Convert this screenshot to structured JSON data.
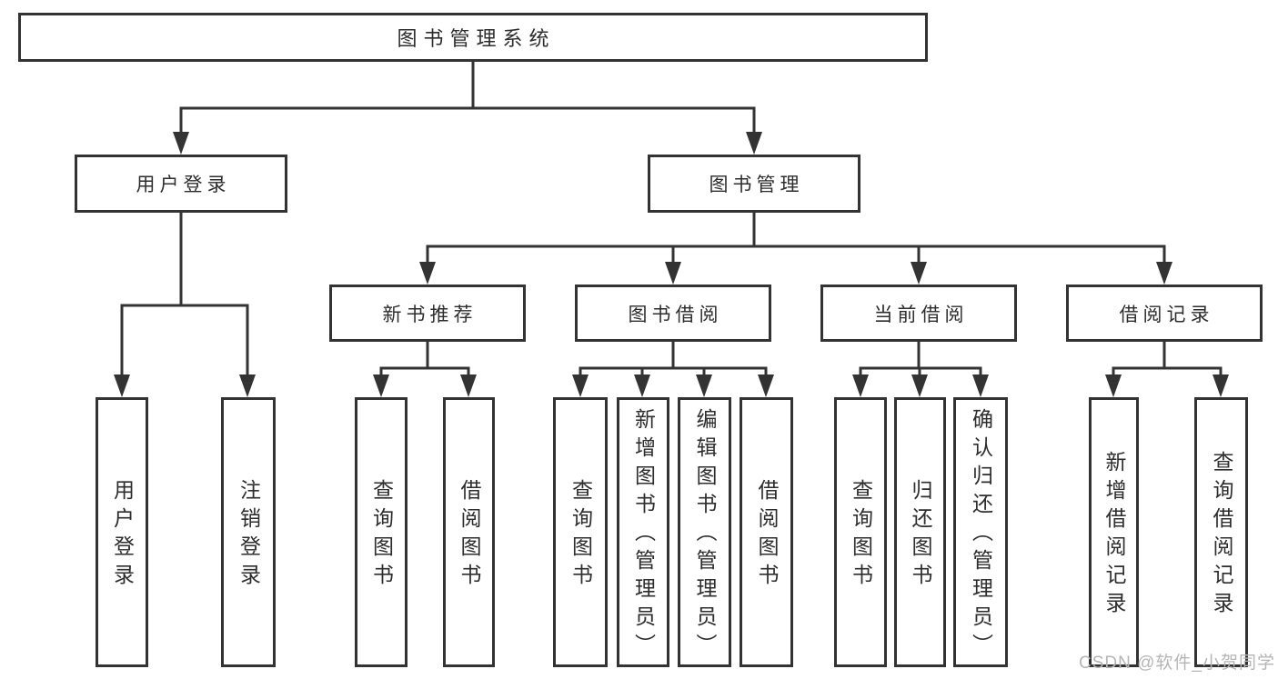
{
  "tree": {
    "label": "图书管理系统",
    "children": [
      {
        "label": "用户登录",
        "children": [
          {
            "label": "用户登录"
          },
          {
            "label": "注销登录"
          }
        ]
      },
      {
        "label": "图书管理",
        "children": [
          {
            "label": "新书推荐",
            "children": [
              {
                "label": "查询图书"
              },
              {
                "label": "借阅图书"
              }
            ]
          },
          {
            "label": "图书借阅",
            "children": [
              {
                "label": "查询图书"
              },
              {
                "label": "新增图书（管理员）"
              },
              {
                "label": "编辑图书（管理员）"
              },
              {
                "label": "借阅图书"
              }
            ]
          },
          {
            "label": "当前借阅",
            "children": [
              {
                "label": "查询图书"
              },
              {
                "label": "归还图书"
              },
              {
                "label": "确认归还（管理员）"
              }
            ]
          },
          {
            "label": "借阅记录",
            "children": [
              {
                "label": "新增借阅记录"
              },
              {
                "label": "查询借阅记录"
              }
            ]
          }
        ]
      }
    ]
  },
  "watermark": "CSDN @软件_小贺同学",
  "colors": {
    "line": "#333333",
    "text": "#2d2d2d",
    "watermark": "#b5b5b5",
    "background": "#ffffff"
  }
}
